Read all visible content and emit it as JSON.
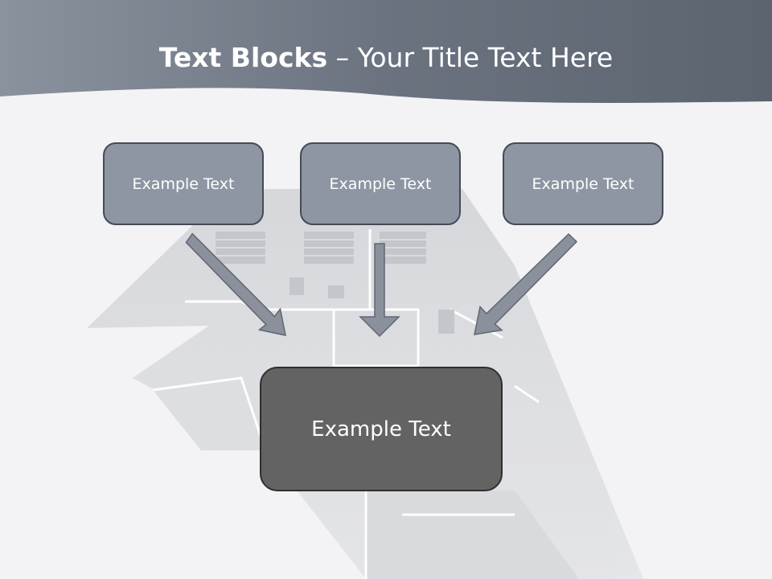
{
  "slide": {
    "title_bold": "Text Blocks",
    "title_dash": " – ",
    "title_rest": "Your Title Text Here",
    "blocks": [
      {
        "text": "Example Text"
      },
      {
        "text": "Example Text"
      },
      {
        "text": "Example Text"
      }
    ],
    "center_block": {
      "text": "Example Text"
    }
  },
  "colors": {
    "header": "#6b7380",
    "block_fill": "#8e96a3",
    "center_fill": "#636363",
    "arrow_fill": "#8a919c"
  }
}
